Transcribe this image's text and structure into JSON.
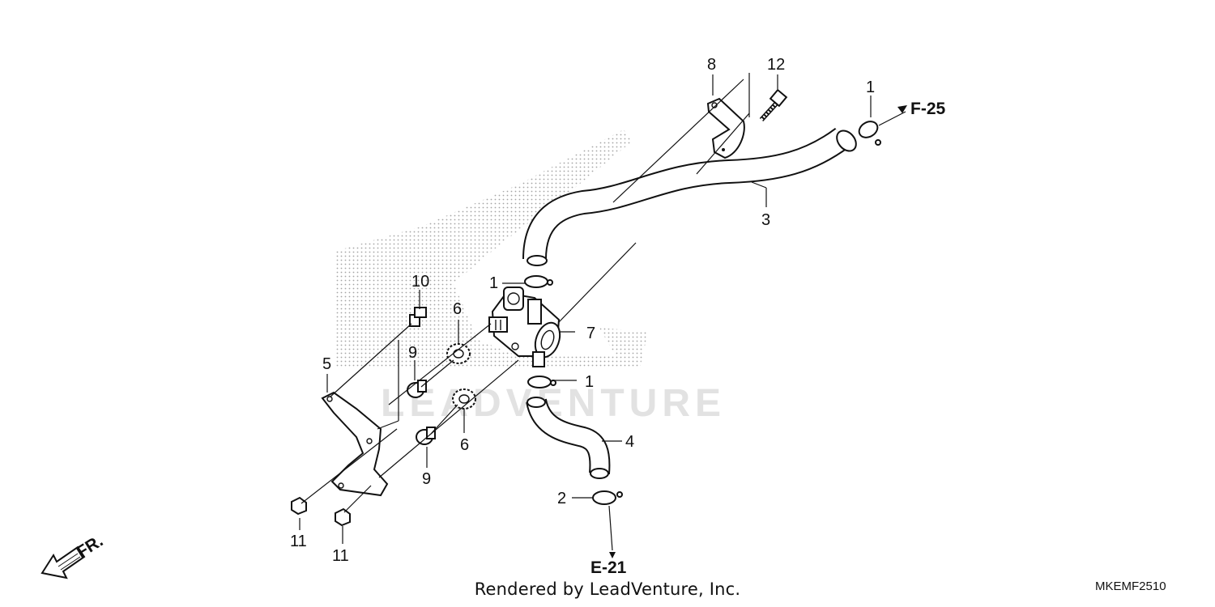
{
  "diagram": {
    "part_labels": [
      {
        "id": "clamp-top-right",
        "text": "1"
      },
      {
        "id": "clamp-mid-upper",
        "text": "1"
      },
      {
        "id": "clamp-mid-lower",
        "text": "1"
      },
      {
        "id": "clamp-bottom",
        "text": "2"
      },
      {
        "id": "hose-upper",
        "text": "3"
      },
      {
        "id": "hose-lower",
        "text": "4"
      },
      {
        "id": "bracket",
        "text": "5"
      },
      {
        "id": "rubber-upper",
        "text": "6"
      },
      {
        "id": "rubber-lower",
        "text": "6"
      },
      {
        "id": "valve",
        "text": "7"
      },
      {
        "id": "stay",
        "text": "8"
      },
      {
        "id": "collar-upper",
        "text": "9"
      },
      {
        "id": "collar-lower",
        "text": "9"
      },
      {
        "id": "bolt-bracket",
        "text": "10"
      },
      {
        "id": "nut-left",
        "text": "11"
      },
      {
        "id": "nut-right",
        "text": "11"
      },
      {
        "id": "bolt-stay",
        "text": "12"
      }
    ],
    "refs": {
      "top": "F-25",
      "bottom": "E-21",
      "front": "FR."
    },
    "watermark": "LEADVENTURE",
    "footer": "Rendered by LeadVenture, Inc.",
    "code": "MKEMF2510"
  }
}
